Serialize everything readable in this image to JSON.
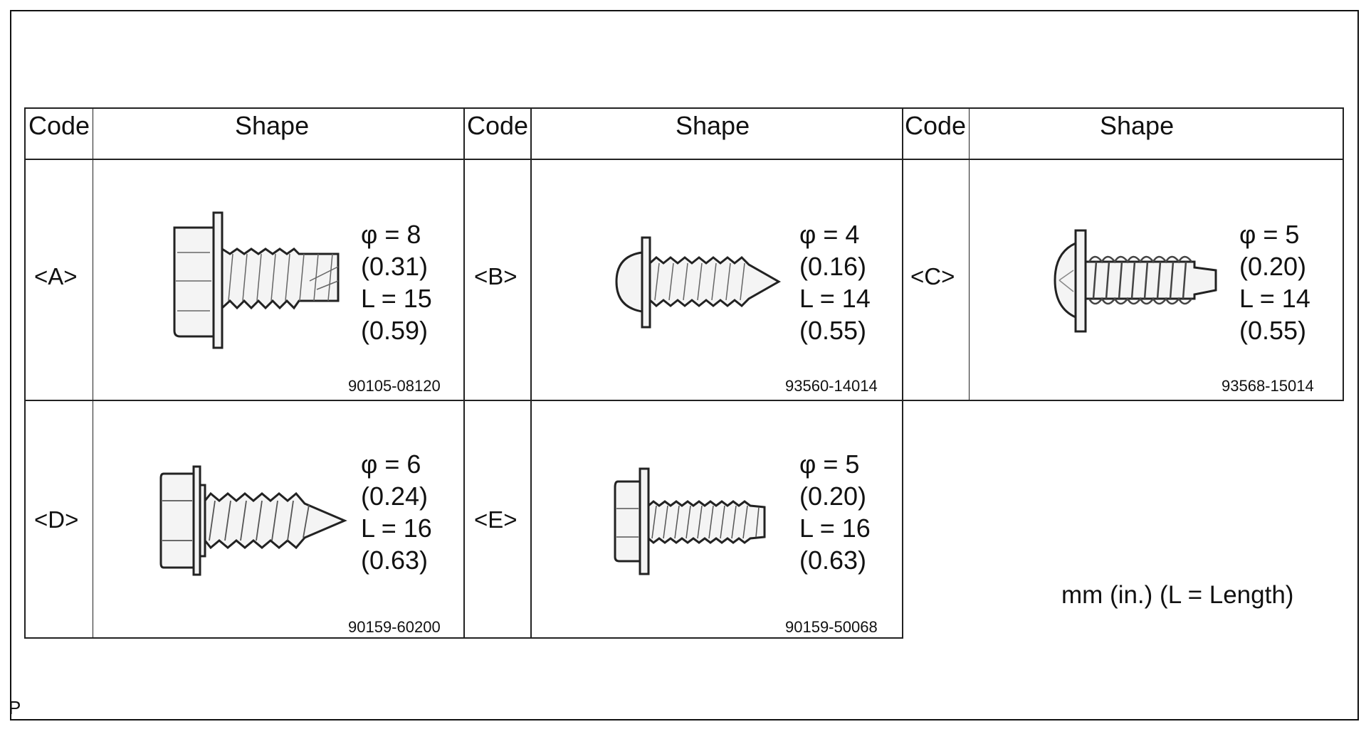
{
  "table": {
    "header": {
      "code_1": "Code",
      "shape_1": "Shape",
      "code_2": "Code",
      "shape_2": "Shape",
      "code_3": "Code",
      "shape_3": "Shape"
    },
    "fasteners": [
      {
        "code": "<A>",
        "spec": [
          "φ = 8",
          "(0.31)",
          "L = 15",
          "(0.59)"
        ],
        "part_number": "90105-08120",
        "icon": "flange-bolt-icon"
      },
      {
        "code": "<B>",
        "spec": [
          "φ = 4",
          "(0.16)",
          "L = 14",
          "(0.55)"
        ],
        "part_number": "93560-14014",
        "icon": "tapping-screw-icon"
      },
      {
        "code": "<C>",
        "spec": [
          "φ = 5",
          "(0.20)",
          "L = 14",
          "(0.55)"
        ],
        "part_number": "93568-15014",
        "icon": "pan-head-screw-icon"
      },
      {
        "code": "<D>",
        "spec": [
          "φ = 6",
          "(0.24)",
          "L = 16",
          "(0.63)"
        ],
        "part_number": "90159-60200",
        "icon": "hex-tapping-screw-icon"
      },
      {
        "code": "<E>",
        "spec": [
          "φ = 5",
          "(0.20)",
          "L = 16",
          "(0.63)"
        ],
        "part_number": "90159-50068",
        "icon": "hex-washer-screw-icon"
      }
    ]
  },
  "unit_note": "mm (in.) (L = Length)",
  "corner_label": "P"
}
